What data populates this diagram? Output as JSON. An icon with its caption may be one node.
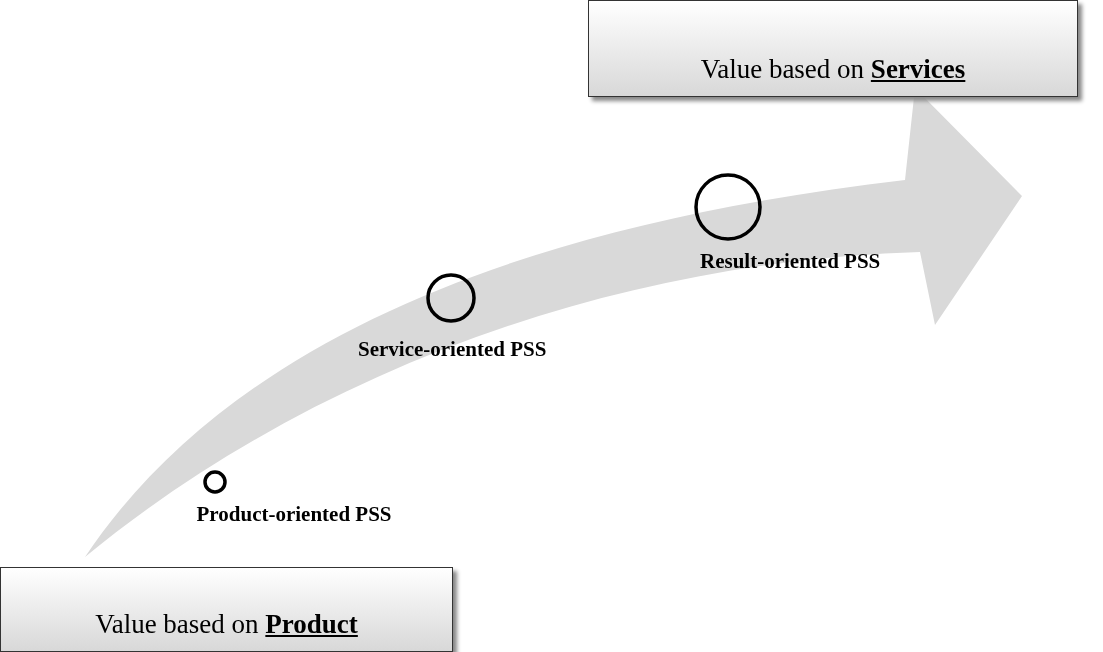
{
  "diagram": {
    "nodes": [
      {
        "text": [
          "Value based on **Services**"
        ]
      },
      {
        "text": [],
        "shape": "circle",
        "beside": [
          "Result-oriented PSS"
        ]
      },
      {
        "text": [],
        "shape": "circle",
        "beside": [
          "Service-oriented PSS"
        ]
      },
      {
        "text": [],
        "shape": "circle",
        "beside": [
          "Product-oriented PSS"
        ]
      },
      {
        "text": [
          "Value based on **Product**"
        ]
      }
    ]
  }
}
